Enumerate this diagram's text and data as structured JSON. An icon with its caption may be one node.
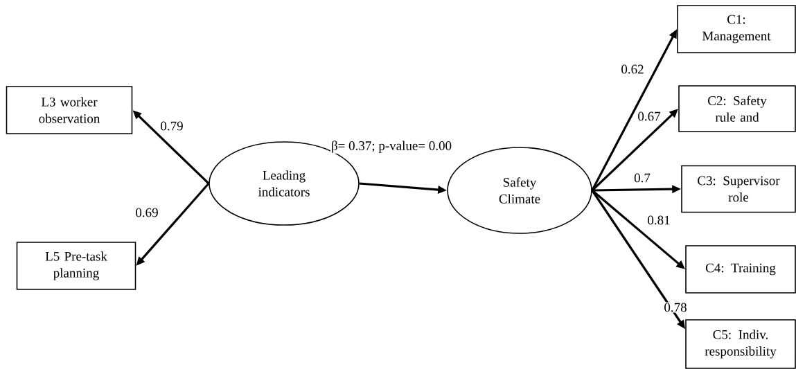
{
  "diagram": {
    "nodes": [
      {
        "text": [
          "Leading indicators"
        ]
      },
      {
        "text": [
          "Safety Climate"
        ]
      },
      {
        "text": [
          "L3 worker observation"
        ]
      },
      {
        "text": [
          "L5 Pre-task planning"
        ]
      },
      {
        "text": [
          "C1: Management"
        ]
      },
      {
        "text": [
          "C2: Safety rule and"
        ]
      },
      {
        "text": [
          "C3: Supervisor role"
        ]
      },
      {
        "text": [
          "C4: Training"
        ]
      },
      {
        "text": [
          "C5: Indiv. responsibility"
        ]
      }
    ],
    "edges": [
      {
        "from": 0,
        "to": 2,
        "arrow": "to",
        "label": "0.79"
      },
      {
        "from": 0,
        "to": 3,
        "arrow": "to",
        "label": "0.69"
      },
      {
        "from": 0,
        "to": 1,
        "arrow": "to",
        "label": "β= 0.37; p-value= 0.00"
      },
      {
        "from": 1,
        "to": 4,
        "arrow": "to",
        "label": "0.62"
      },
      {
        "from": 1,
        "to": 5,
        "arrow": "to",
        "label": "0.67"
      },
      {
        "from": 1,
        "to": 6,
        "arrow": "to",
        "label": "0.7"
      },
      {
        "from": 1,
        "to": 7,
        "arrow": "to",
        "label": "0.81"
      },
      {
        "from": 1,
        "to": 8,
        "arrow": "to",
        "label": "0.78"
      }
    ]
  }
}
